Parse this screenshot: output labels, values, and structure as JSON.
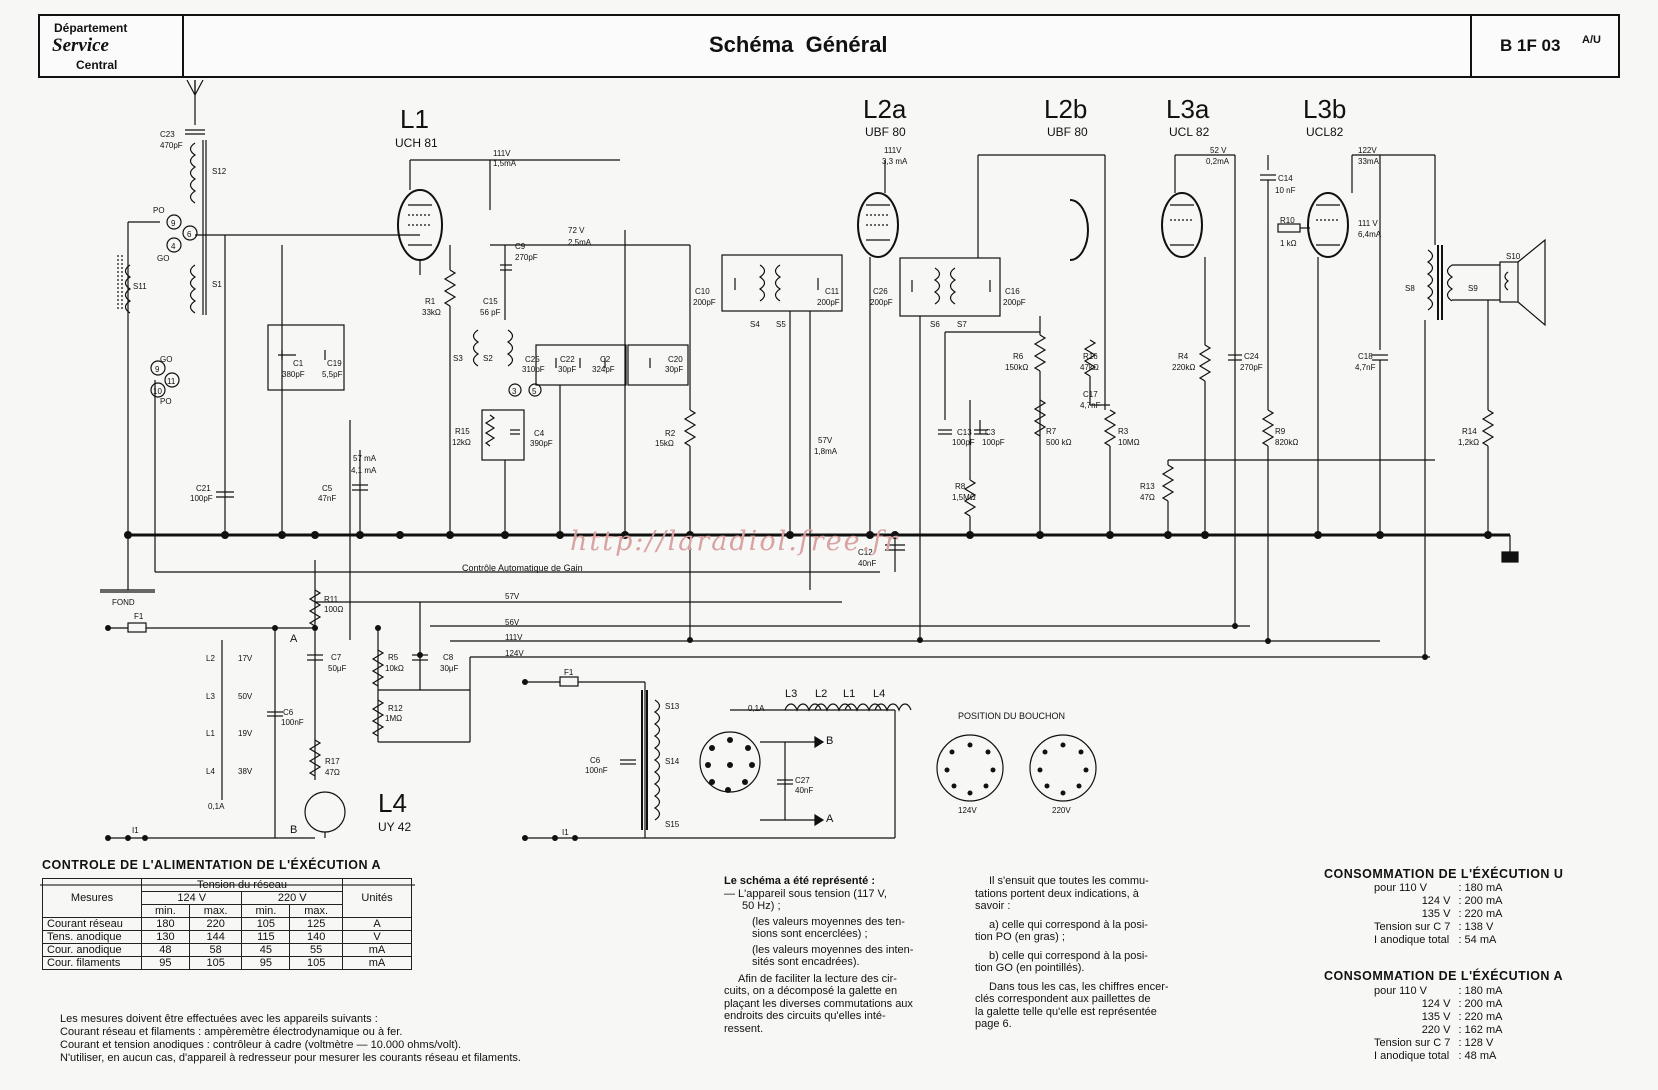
{
  "header": {
    "dept_line1": "Département",
    "dept_line2": "Service",
    "dept_line3": "Central",
    "title": "Schéma  Général",
    "ref": "B 1F 03",
    "ref_sup": "A/U"
  },
  "tubes": [
    {
      "name": "L1",
      "type": "UCH 81"
    },
    {
      "name": "L2a",
      "type": "UBF 80"
    },
    {
      "name": "L2b",
      "type": "UBF 80"
    },
    {
      "name": "L3a",
      "type": "UCL 82"
    },
    {
      "name": "L3b",
      "type": "UCL82"
    },
    {
      "name": "L4",
      "type": "UY 42"
    }
  ],
  "labels": {
    "c23": "C23",
    "c23v": "470pF",
    "s12": "S12",
    "s11": "S11",
    "s1": "S1",
    "po": "PO",
    "go": "GO",
    "go2": "GO",
    "po2": "PO",
    "n9": "9",
    "n6": "6",
    "n4": "4",
    "n9b": "9",
    "n11": "11",
    "n10": "10",
    "n3": "3",
    "n5": "5",
    "v111a": "111V",
    "i111a": "1,5mA",
    "v72": "72 V",
    "i72": "2,5mA",
    "c9": "C9",
    "c9v": "270pF",
    "c15": "C15",
    "c15v": "56 pF",
    "r1": "R1",
    "r1v": "33kΩ",
    "s3": "S3",
    "s2": "S2",
    "c1": "C1",
    "c1v": "380pF",
    "c19": "C19",
    "c19v": "5,5pF",
    "c25": "C25",
    "c25v": "310pF",
    "c22": "C22",
    "c22v": "30pF",
    "c2": "C2",
    "c2v": "324pF",
    "c20": "C20",
    "c20v": "30pF",
    "r15": "R15",
    "r15v": "12kΩ",
    "c4": "C4",
    "c4v": "390pF",
    "r2": "R2",
    "r2v": "15kΩ",
    "v57a": "57 mA",
    "i57a": "4,1 mA",
    "c5": "C5",
    "c5v": "47nF",
    "c21": "C21",
    "c21v": "100pF",
    "c10": "C10",
    "c10v": "200pF",
    "c11": "C11",
    "c11v": "200pF",
    "s4": "S4",
    "s5": "S5",
    "v57b": "57V",
    "i57b": "1,8mA",
    "v111b": "111V",
    "i111b": "3,3 mA",
    "c26": "C26",
    "c26v": "200pF",
    "c16": "C16",
    "c16v": "200pF",
    "s6": "S6",
    "s7": "S7",
    "r6": "R6",
    "r6v": "150kΩ",
    "r16": "R16",
    "r16v": "47kΩ",
    "c17": "C17",
    "c17v": "4,7nF",
    "c13": "C13",
    "c13v": "100pF",
    "c3": "C3",
    "c3v": "100pF",
    "r7": "R7",
    "r7v": "500 kΩ",
    "r3": "R3",
    "r3v": "10MΩ",
    "r8": "R8",
    "r8v": "1,5MΩ",
    "c12": "C12",
    "c12v": "40nF",
    "v52": "52 V",
    "i52": "0,2mA",
    "c14": "C14",
    "c14v": "10 nF",
    "r10": "R10",
    "r10v": "1 kΩ",
    "v111c": "111 V",
    "i111c": "6,4mA",
    "v122": "122V",
    "i122": "33mA",
    "r4": "R4",
    "r4v": "220kΩ",
    "c24": "C24",
    "c24v": "270pF",
    "r9": "R9",
    "r9v": "820kΩ",
    "c18": "C18",
    "c18v": "4,7nF",
    "r13": "R13",
    "r13v": "47Ω",
    "r14": "R14",
    "r14v": "1,2kΩ",
    "s8": "S8",
    "s9": "S9",
    "s10": "S10",
    "cag": "Contrôle Automatique de Gain",
    "fond": "FOND",
    "f1": "F1",
    "f1b": "F1",
    "r11": "R11",
    "r11v": "100Ω",
    "bus57": "57V",
    "bus56": "56V",
    "bus111": "111V",
    "bus124": "124V",
    "c7": "C7",
    "c7v": "50μF",
    "c8": "C8",
    "c8v": "30μF",
    "r5": "R5",
    "r5v": "10kΩ",
    "r12": "R12",
    "r12v": "1MΩ",
    "r17": "R17",
    "r17v": "47Ω",
    "c6": "C6",
    "c6v": "100nF",
    "c6b": "C6",
    "c6bv": "100nF",
    "l2": "L2",
    "l2v": "17V",
    "l3": "L3",
    "l3v": "50V",
    "l1": "L1",
    "l1v": "19V",
    "l4": "L4",
    "l4v": "38V",
    "ia": "0,1A",
    "i1": "I1",
    "i1b": "I1",
    "ptA": "A",
    "ptB": "B",
    "ptA2": "A",
    "ptB2": "B",
    "s13": "S13",
    "s14": "S14",
    "s15": "S15",
    "a03": "0,1A",
    "fl3": "L3",
    "fl2": "L2",
    "fl1": "L1",
    "fl4": "L4",
    "c27": "C27",
    "c27v": "40nF",
    "position_bouchon": "POSITION DU BOUCHON",
    "pb124": "124V",
    "pb220": "220V"
  },
  "watermark": "http://laradiol.free.fr",
  "controle": {
    "title": "CONTROLE DE L'ALIMENTATION DE L'ÉXÉCUTION  A",
    "h_mesures": "Mesures",
    "h_tension": "Tension du réseau",
    "h_unites": "Unités",
    "h_124": "124  V",
    "h_220": "220  V",
    "h_min": "min.",
    "h_max": "max.",
    "rows": [
      {
        "label": "Courant réseau",
        "v": [
          "180",
          "220",
          "105",
          "125"
        ],
        "unit": "A"
      },
      {
        "label": "Tens. anodique",
        "v": [
          "130",
          "144",
          "115",
          "140"
        ],
        "unit": "V"
      },
      {
        "label": "Cour. anodique",
        "v": [
          "48",
          "58",
          "45",
          "55"
        ],
        "unit": "mA"
      },
      {
        "label": "Cour. filaments",
        "v": [
          "95",
          "105",
          "95",
          "105"
        ],
        "unit": "mA"
      }
    ],
    "notes": [
      "Les mesures doivent être effectuées avec les appareils suivants :",
      "Courant réseau et filaments : ampèremètre électrodynamique ou à fer.",
      "Courant et tension anodiques : contrôleur à cadre (voltmètre — 10.000 ohms/volt).",
      "N'utiliser, en aucun cas, d'appareil à redresseur pour mesurer les courants réseau et filaments."
    ]
  },
  "schema_note": {
    "title": "Le schéma a été représenté :",
    "l1": "— L'appareil sous tension (117 V,",
    "l2": "50 Hz) ;",
    "l3": "(les valeurs moyennes des ten-",
    "l4": "sions sont encerclées) ;",
    "l5": "(les valeurs moyennes des inten-",
    "l6": "sités sont encadrées).",
    "p1": "Afin de faciliter la lecture des cir-",
    "p2": "cuits, on a décomposé la galette en",
    "p3": "plaçant les diverses commutations aux",
    "p4": "endroits des circuits qu'elles inté-",
    "p5": "ressent."
  },
  "commut_note": {
    "l1": "Il s'ensuit que toutes les commu-",
    "l2": "tations portent deux indications, à",
    "l3": "savoir :",
    "a1": "a) celle qui correspond à la posi-",
    "a2": "tion PO (en gras) ;",
    "b1": "b) celle qui correspond à la posi-",
    "b2": "tion GO (en pointillés).",
    "c1": "Dans tous les cas, les chiffres encer-",
    "c2": "clés correspondent aux paillettes de",
    "c3": "la galette telle qu'elle est représentée",
    "c4": "page 6."
  },
  "conso_u": {
    "title": "CONSOMMATION DE L'ÉXÉCUTION  U",
    "rows": [
      {
        "k": "pour 110 V",
        "v": ": 180  mA"
      },
      {
        "k": "124 V",
        "v": ": 200  mA"
      },
      {
        "k": "135 V",
        "v": ": 220  mA"
      },
      {
        "k": "Tension sur C 7",
        "v": ": 138  V"
      },
      {
        "k": "I anodique total",
        "v": ":   54  mA"
      }
    ]
  },
  "conso_a": {
    "title": "CONSOMMATION DE L'ÉXÉCUTION  A",
    "rows": [
      {
        "k": "pour 110 V",
        "v": ": 180  mA"
      },
      {
        "k": "124 V",
        "v": ": 200  mA"
      },
      {
        "k": "135 V",
        "v": ": 220  mA"
      },
      {
        "k": "220 V",
        "v": ": 162  mA"
      },
      {
        "k": "Tension sur C 7",
        "v": ": 128  V"
      },
      {
        "k": "I anodique total",
        "v": ":   48  mA"
      }
    ]
  }
}
